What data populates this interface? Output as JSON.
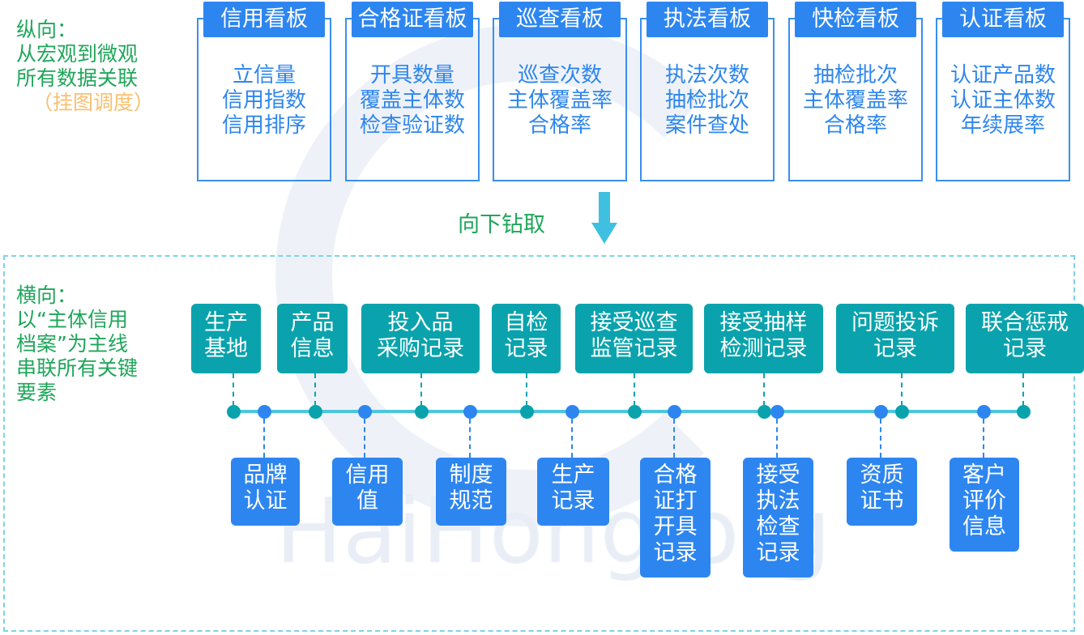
{
  "vertical": {
    "title": "纵向：",
    "lines": [
      "从宏观到微观",
      "所有数据关联"
    ],
    "note": "（挂图调度）"
  },
  "boards": [
    {
      "title": "信用看板",
      "items": [
        "立信量",
        "信用指数",
        "信用排序"
      ]
    },
    {
      "title": "合格证看板",
      "items": [
        "开具数量",
        "覆盖主体数",
        "检查验证数"
      ]
    },
    {
      "title": "巡查看板",
      "items": [
        "巡查次数",
        "主体覆盖率",
        "合格率"
      ]
    },
    {
      "title": "执法看板",
      "items": [
        "执法次数",
        "抽检批次",
        "案件查处"
      ]
    },
    {
      "title": "快检看板",
      "items": [
        "抽检批次",
        "主体覆盖率",
        "合格率"
      ]
    },
    {
      "title": "认证看板",
      "items": [
        "认证产品数",
        "认证主体数",
        "年续展率"
      ]
    }
  ],
  "drill_label": "向下钻取",
  "horizontal": {
    "title": "横向：",
    "lines": [
      "以“主体信用",
      "档案”为主线",
      "串联所有关键",
      "要素"
    ]
  },
  "upper": [
    [
      "生产",
      "基地"
    ],
    [
      "产品",
      "信息"
    ],
    [
      "投入品",
      "采购记录"
    ],
    [
      "自检",
      "记录"
    ],
    [
      "接受巡查",
      "监管记录"
    ],
    [
      "接受抽样",
      "检测记录"
    ],
    [
      "问题投诉",
      "记录"
    ],
    [
      "联合惩戒",
      "记录"
    ]
  ],
  "lower": [
    [
      "品牌",
      "认证"
    ],
    [
      "信用",
      "值"
    ],
    [
      "制度",
      "规范"
    ],
    [
      "生产",
      "记录"
    ],
    [
      "合格",
      "证打",
      "开具",
      "记录"
    ],
    [
      "接受",
      "执法",
      "检查",
      "记录"
    ],
    [
      "资质",
      "证书"
    ],
    [
      "客户",
      "评价",
      "信息"
    ]
  ],
  "watermark": "HaiHong.org",
  "colors": {
    "teal": "#0aa3ad",
    "blue": "#2d86f0",
    "green": "#1fa65a",
    "orange": "#f8c070"
  }
}
